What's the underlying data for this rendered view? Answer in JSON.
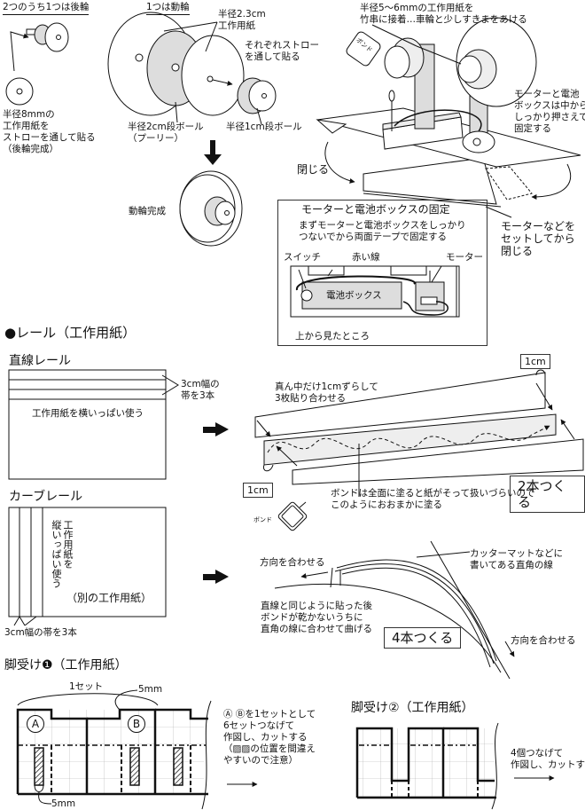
{
  "wheels": {
    "rear_heading": "2つのうち1つは後輪",
    "drive_heading": "1つは動輪",
    "rear_note": [
      "半径8mmの",
      "工作用紙を",
      "ストローを通して貼る",
      "（後輪完成）"
    ],
    "radius_23_label": [
      "半径2.3cm",
      "工作用紙"
    ],
    "straw_note": [
      "それぞれストロー",
      "を通して貼る"
    ],
    "pulley_label": [
      "半径2cm段ボール",
      "（プーリー）"
    ],
    "radius_1_label": "半径1cm段ボール",
    "drive_done": "動輪完成"
  },
  "assembly": {
    "bamboo_note": [
      "半径5～6mmの工作用紙を",
      "竹串に接着…車輪と少しすきまをあける"
    ],
    "bond_tag": "ボンド",
    "motor_note": [
      "モーターと電池",
      "ボックスは中から",
      "しっかり押さえて",
      "固定する"
    ],
    "close_label": "閉じる",
    "set_then_close": [
      "モーターなどを",
      "セットしてから",
      "閉じる"
    ]
  },
  "fixing_box": {
    "title": "モーターと電池ボックスの固定",
    "desc": [
      "まずモーターと電池ボックスをしっかり",
      "つないでから両面テープで固定する"
    ],
    "switch_label": "スイッチ",
    "red_wire_label": "赤い線",
    "motor_label": "モーター",
    "battery_label": "電池ボックス",
    "view_label": "上から見たところ"
  },
  "rail": {
    "section_title": "●レール（工作用紙）",
    "straight_title": "直線レール",
    "strip_note": [
      "3cm幅の",
      "帯を3本"
    ],
    "straight_usage": "工作用紙を横いっぱい使う",
    "offset_note": [
      "真ん中だけ1cmずらして",
      "3枚貼り合わせる"
    ],
    "cm_label_top": "1cm",
    "cm_label_bottom": "1cm",
    "make_two": "2本つくる",
    "bond_note": [
      "ボンドは全面に塗ると紙がそって扱いづらいので",
      "このようにおおまかに塗る"
    ],
    "bond_label": "ボンド",
    "curve_title": "カーブレール",
    "curve_usage": [
      "工作用紙を",
      "縦いっぱい使う"
    ],
    "other_paper": "（別の工作用紙）",
    "curve_strips": "3cm幅の帯を3本",
    "direction_left": "方向を合わせる",
    "cutter_note": [
      "カッターマットなどに",
      "書いてある直角の線"
    ],
    "curve_note": [
      "直線と同じように貼った後",
      "ボンドが乾かないうちに",
      "直角の線に合わせて曲げる"
    ],
    "make_four": "4本つくる",
    "direction_right": "方向を合わせる"
  },
  "leg1": {
    "title": "脚受け❶（工作用紙）",
    "set_label": "1セット",
    "gap_label": "5mm",
    "bottom_label": "5mm",
    "mark_a": "A",
    "mark_b": "B",
    "note": [
      "Ⓐ Ⓑを1セットとして",
      "6セットつなげて",
      "作図し、カットする",
      "（▨▨の位置を間違え",
      "やすいので注意）"
    ]
  },
  "leg2": {
    "title": "脚受け②（工作用紙）",
    "note": [
      "4個つなげて",
      "作図し、カットする"
    ]
  }
}
